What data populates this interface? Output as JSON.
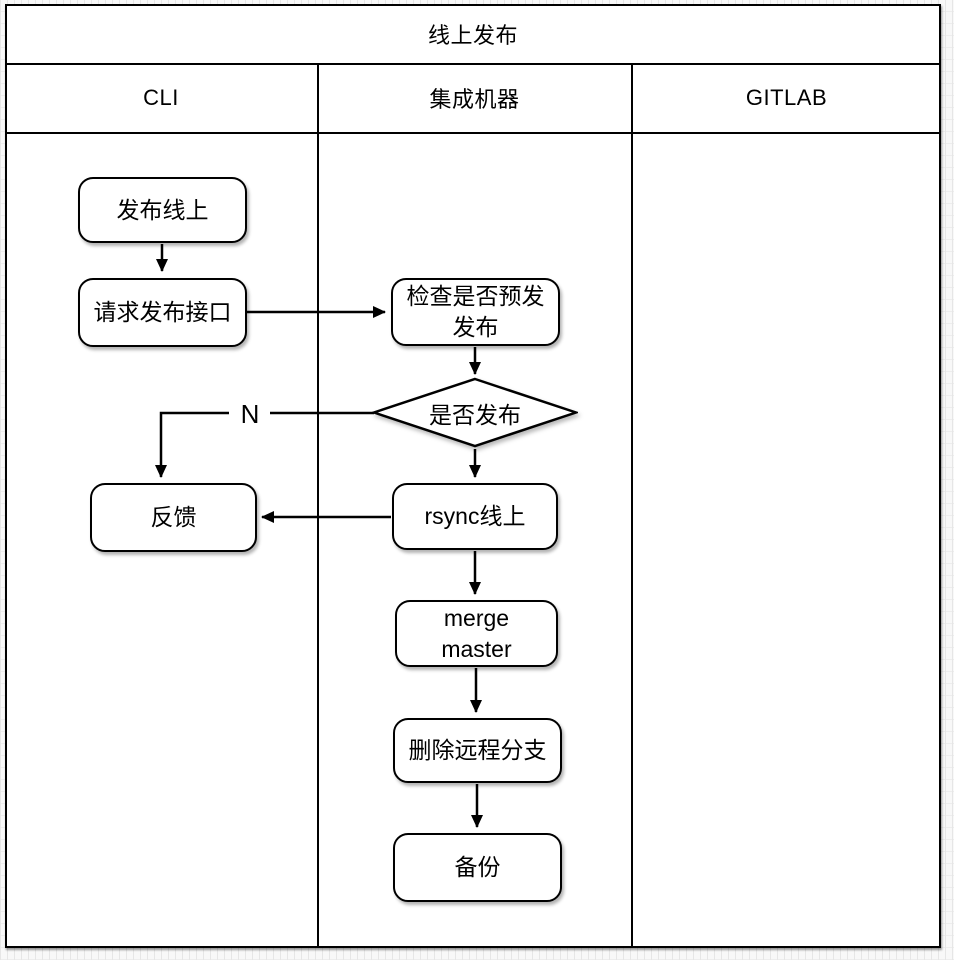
{
  "diagram": {
    "title": "线上发布",
    "lanes": [
      {
        "label": "CLI"
      },
      {
        "label": "集成机器"
      },
      {
        "label": "GITLAB"
      }
    ],
    "nodes": {
      "publish_online": {
        "label": "发布线上"
      },
      "request_publish_api": {
        "label": "请求发布接口"
      },
      "check_pre_release": {
        "label": "检查是否预发\n发布"
      },
      "is_publish_decision": {
        "label": "是否发布"
      },
      "feedback": {
        "label": "反馈"
      },
      "rsync_online": {
        "label": "rsync线上"
      },
      "merge_master": {
        "label": "merge\nmaster"
      },
      "delete_remote_branch": {
        "label": "删除远程分支"
      },
      "backup": {
        "label": "备份"
      }
    },
    "edge_labels": {
      "no_branch": "N"
    },
    "colors": {
      "line": "#000000",
      "node_fill": "#ffffff",
      "node_border": "#000000",
      "page_grid": "#e6e6e6"
    }
  }
}
